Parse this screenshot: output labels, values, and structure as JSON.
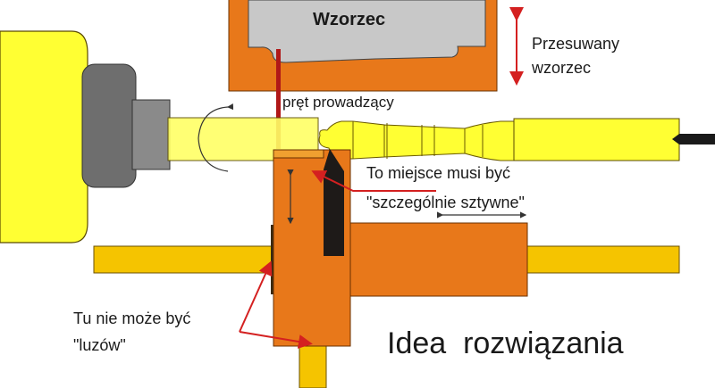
{
  "title": "Idea  rozwiązania",
  "labels": {
    "template": "Wzorzec",
    "moving_template_line1": "Przesuwany",
    "moving_template_line2": "wzorzec",
    "guide_rod": "pręt prowadzący",
    "rigid_line1": "To miejsce musi być",
    "rigid_line2": "\"szczególnie sztywne\"",
    "no_play_line1": "Tu nie może być",
    "no_play_line2": "\"luzów\""
  },
  "colors": {
    "orange": "#e8781a",
    "yellow": "#ffff33",
    "rail_yellow": "#f5c400",
    "gray": "#c8c8c8",
    "red": "#d42020"
  }
}
